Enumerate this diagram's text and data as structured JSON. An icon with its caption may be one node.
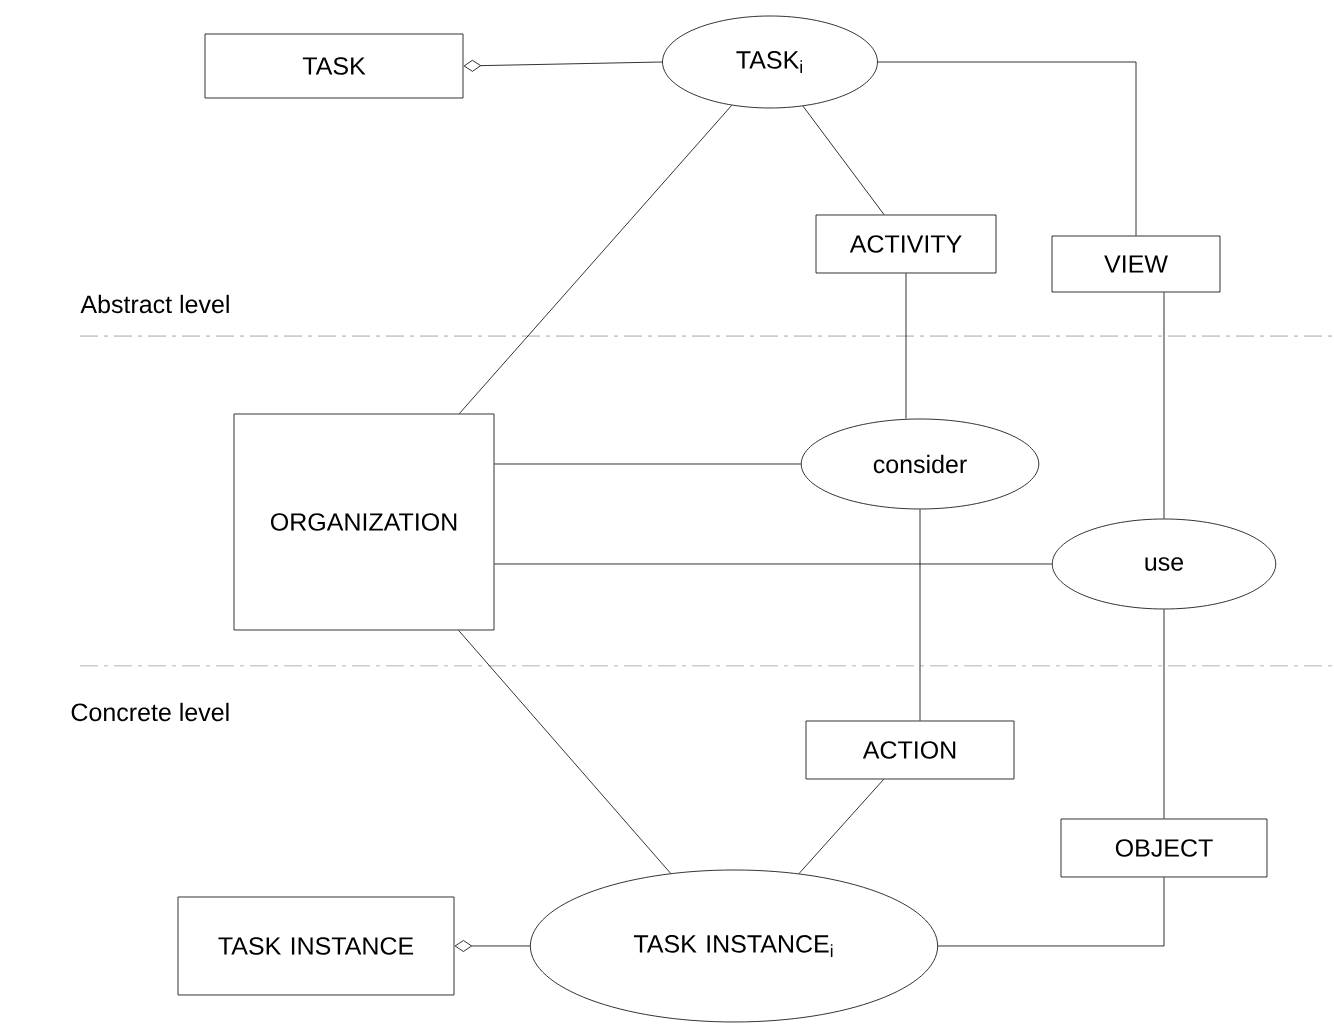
{
  "diagram": {
    "nodes": [
      {
        "text": [
          "TASK"
        ]
      },
      {
        "text": [
          "TASK$_{i}$"
        ]
      },
      {
        "text": [
          "ACTIVITY"
        ]
      },
      {
        "text": [
          "VIEW"
        ]
      },
      {
        "text": [
          "ORGANIZATION"
        ]
      },
      {
        "text": [
          "consider"
        ]
      },
      {
        "text": [
          "use"
        ]
      },
      {
        "text": [
          "ACTION"
        ]
      },
      {
        "text": [
          "OBJECT"
        ]
      },
      {
        "text": [
          "TASK INSTANCE"
        ]
      },
      {
        "text": [
          "TASK INSTANCE$_{i}$"
        ]
      }
    ],
    "edges": [
      {
        "from": 1,
        "to": 0,
        "arrow": "other"
      },
      {
        "from": 1,
        "to": 2,
        "arrow": "none"
      },
      {
        "from": 1,
        "to": 3,
        "arrow": "none"
      },
      {
        "from": 1,
        "to": 4,
        "arrow": "none"
      },
      {
        "from": 2,
        "to": 5,
        "arrow": "none"
      },
      {
        "from": 3,
        "to": 6,
        "arrow": "none"
      },
      {
        "from": 4,
        "to": 5,
        "arrow": "none"
      },
      {
        "from": 4,
        "to": 6,
        "arrow": "none"
      },
      {
        "from": 5,
        "to": 7,
        "arrow": "none"
      },
      {
        "from": 4,
        "to": 10,
        "arrow": "none"
      },
      {
        "from": 7,
        "to": 10,
        "arrow": "none"
      },
      {
        "from": 6,
        "to": 8,
        "arrow": "none"
      },
      {
        "from": 8,
        "to": 10,
        "arrow": "none"
      },
      {
        "from": 10,
        "to": 9,
        "arrow": "other"
      }
    ],
    "labels": [
      "Abstract level",
      "Concrete level"
    ]
  }
}
